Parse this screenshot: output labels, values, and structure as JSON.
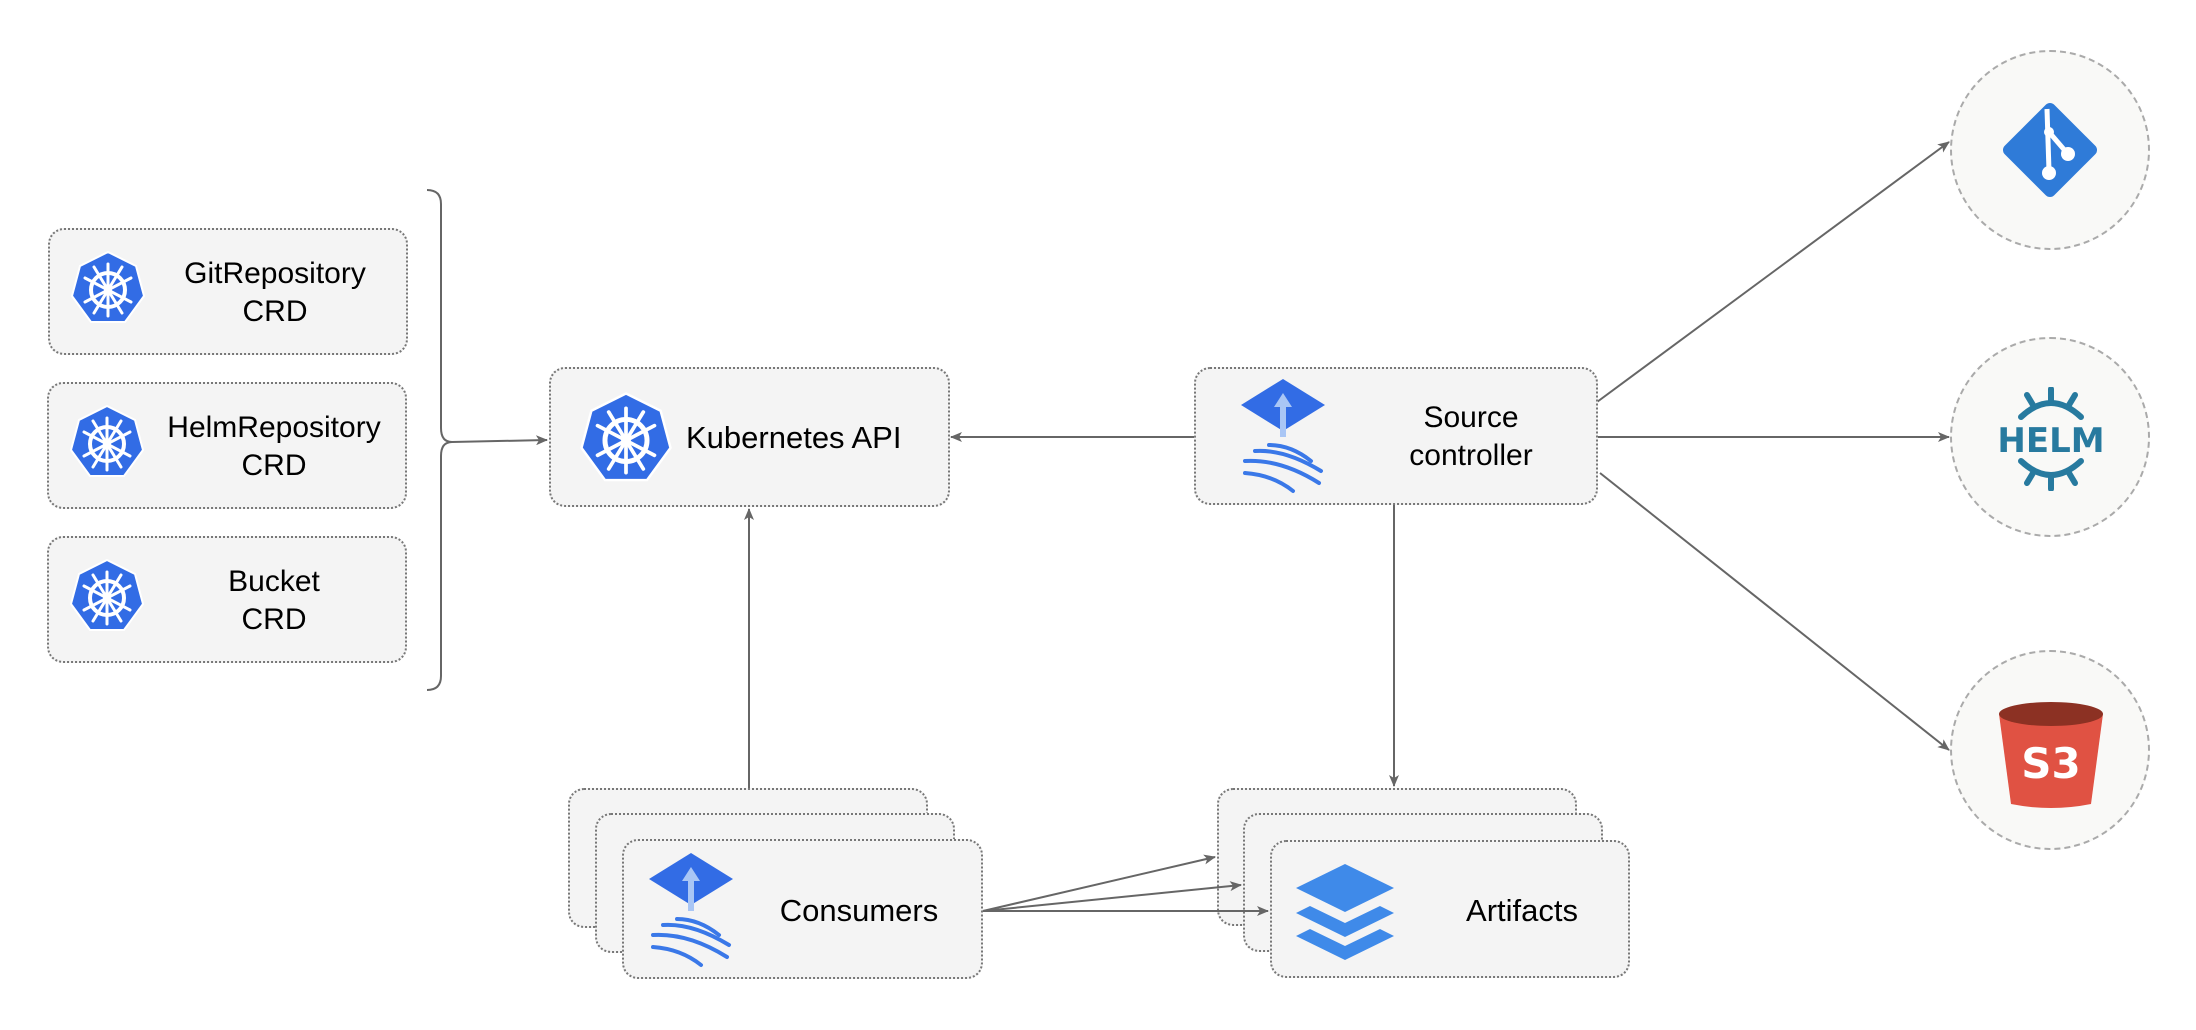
{
  "crds": [
    {
      "line1": "GitRepository",
      "line2": "CRD"
    },
    {
      "line1": "HelmRepository",
      "line2": "CRD"
    },
    {
      "line1": "Bucket",
      "line2": "CRD"
    }
  ],
  "kubernetes_api": {
    "label": "Kubernetes API"
  },
  "source_controller": {
    "line1": "Source",
    "line2": "controller"
  },
  "consumers": {
    "label": "Consumers"
  },
  "artifacts": {
    "label": "Artifacts"
  },
  "sources": {
    "helm_label": "HELM",
    "s3_label": "S3"
  },
  "colors": {
    "k8s_blue": "#326ce5",
    "git_blue": "#2f7bd8",
    "helm_teal": "#277a9f",
    "s3_red": "#e05243",
    "s3_dark": "#8c3123",
    "edge": "#666666"
  }
}
